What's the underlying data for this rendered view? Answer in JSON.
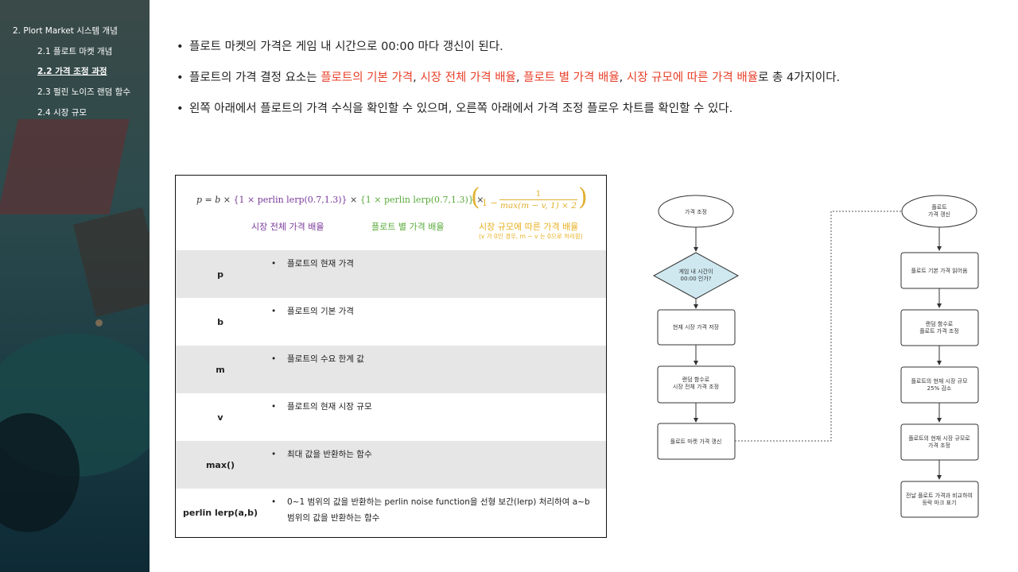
{
  "sidebar": {
    "items": [
      {
        "label": "2. Plort Market 시스템 개념",
        "active": false
      },
      {
        "label": "2.1 플로트 마켓 개념",
        "active": false
      },
      {
        "label": "2.2 가격 조정 과정",
        "active": true
      },
      {
        "label": "2.3 펄린 노이즈 랜덤 함수",
        "active": false
      },
      {
        "label": "2.4 시장 규모",
        "active": false
      }
    ]
  },
  "bullets": {
    "b1": "플로트 마켓의 가격은 게임 내 시간으로 00:00 마다 갱신이 된다.",
    "b2_pre": "플로트의 가격 결정 요소는 ",
    "b2_h1": "플로트의 기본 가격",
    "b2_sep1": ", ",
    "b2_h2": "시장 전체 가격 배율",
    "b2_sep2": ", ",
    "b2_h3": "플로트 별 가격 배율",
    "b2_sep3": ", ",
    "b2_h4": "시장 규모에 따른 가격 배율",
    "b2_post": "로 총 4가지이다.",
    "b3": "왼쪽 아래에서 플로트의 가격 수식을 확인할 수 있으며, 오른쪽 아래에서 가격 조정 플로우 차트를 확인할 수 있다."
  },
  "formula": {
    "lhs": "p",
    "eq": " = ",
    "b": "b",
    "times": " × ",
    "term1": "{1 × perlin lerp(0.7,1.3)}",
    "term2": "{1 × perlin lerp(0.7,1.3)}",
    "one_minus": "1 −",
    "frac_num": "1",
    "frac_den": "max(m − v, 1) × 2",
    "label_market": "시장 전체 가격 배율",
    "label_plort": "플로트 별 가격 배율",
    "label_scale": "시장 규모에 따른 가격 배율",
    "label_scale_note": "(v 가 0인 경우, m − v 는 0으로 처리함)"
  },
  "table": {
    "rows": [
      {
        "symbol": "p",
        "desc": "플로트의 현재 가격",
        "desc2": ""
      },
      {
        "symbol": "b",
        "desc": "플로트의 기본 가격",
        "desc2": ""
      },
      {
        "symbol": "m",
        "desc": "플로트의 수요 한계 값",
        "desc2": ""
      },
      {
        "symbol": "v",
        "desc": "플로트의 현재 시장 규모",
        "desc2": ""
      },
      {
        "symbol": "max()",
        "desc": "최대 값을 반환하는 함수",
        "desc2": ""
      },
      {
        "symbol": "perlin lerp(a,b)",
        "desc": "0~1 범위의 값을 반환하는 perlin noise function을 선형 보간(lerp) 처리하여 a~b",
        "desc2": "범위의 값을 반환하는 함수"
      }
    ]
  },
  "flow": {
    "left": {
      "start": "가격 조정",
      "decision_l1": "게임 내 시간이",
      "decision_l2": "00:00 인가?",
      "step1": "현재 시장 가격 저장",
      "step2_l1": "랜덤 함수로",
      "step2_l2": "시장 전체 가격 조정",
      "step3": "플로트 마켓 가격 갱신"
    },
    "right": {
      "start_l1": "플로트",
      "start_l2": "가격 갱신",
      "step1": "플로트 기본 가격 읽어옴",
      "step2_l1": "랜덤 함수로",
      "step2_l2": "플로트 가격 조정",
      "step3_l1": "플로트의 현재 시장 규모",
      "step3_l2": "25% 감소",
      "step4_l1": "플로트의 현재 시장 규모로",
      "step4_l2": "가격 조정",
      "step5_l1": "전날 플로트 가격과 비교하여",
      "step5_l2": "등락 마크 표기"
    }
  },
  "colors": {
    "highlight": "#e8402a",
    "market_multiplier": "#7a3a9a",
    "plort_multiplier": "#5aaa3a",
    "scale_multiplier": "#e8b020",
    "flow_decision_fill": "#cfe8f0"
  }
}
